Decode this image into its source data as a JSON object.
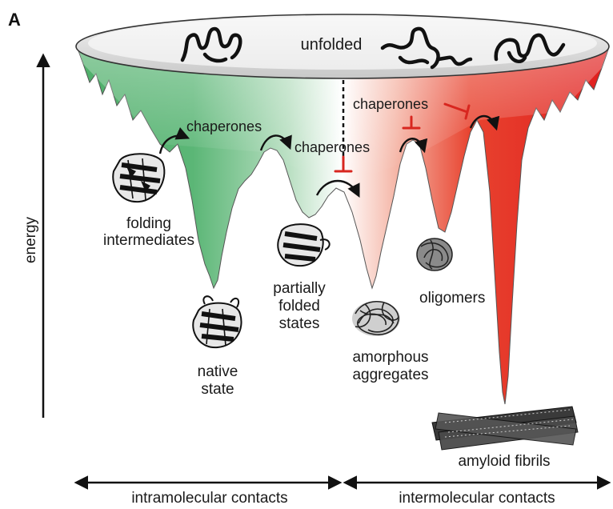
{
  "panel_letter": "A",
  "axis": {
    "y_label": "energy"
  },
  "labels": {
    "unfolded": "unfolded",
    "chaperones_left": "chaperones",
    "chaperones_center": "chaperones",
    "chaperones_right": "chaperones",
    "folding_intermediates": [
      "folding",
      "intermediates"
    ],
    "native_state": [
      "native",
      "state"
    ],
    "partially_folded_states": [
      "partially",
      "folded",
      "states"
    ],
    "amorphous_aggregates": [
      "amorphous",
      "aggregates"
    ],
    "oligomers": "oligomers",
    "amyloid_fibrils": "amyloid fibrils"
  },
  "bottom_axis": {
    "left": "intramolecular contacts",
    "right": "intermolecular contacts"
  },
  "colors": {
    "intramolecular_fill": "#4faf6a",
    "intermolecular_fill": "#e01e1e",
    "inhibition": "#d8261f",
    "rim": "#dcdcdc"
  }
}
